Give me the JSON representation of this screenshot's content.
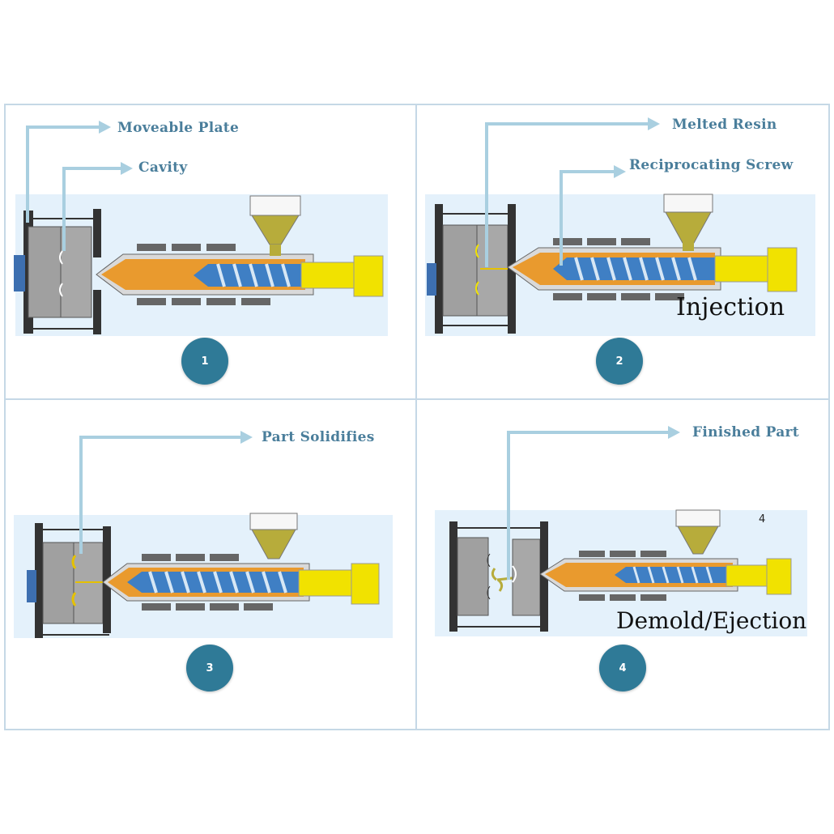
{
  "panels": [
    {
      "step": "1",
      "callouts": [
        "Moveable Plate",
        "Cavity"
      ],
      "stage_label": "",
      "corner_number": ""
    },
    {
      "step": "2",
      "callouts": [
        "Melted Resin",
        "Reciprocating Screw"
      ],
      "stage_label": "Injection",
      "corner_number": ""
    },
    {
      "step": "3",
      "callouts": [
        "Part Solidifies"
      ],
      "stage_label": "",
      "corner_number": ""
    },
    {
      "step": "4",
      "callouts": [
        "Finished Part"
      ],
      "stage_label": "Demold/Ejection",
      "corner_number": "4"
    }
  ],
  "colors": {
    "arrow": "#a9cfe0",
    "badge": "#2f7a97",
    "panel_bg": "#e4f1fb",
    "barrel_fill": "#e99a2e",
    "hopper_fill": "#b7ac3b",
    "screw": "#3f7fc4",
    "ram": "#f1e200",
    "mold": "#a0a0a0"
  }
}
